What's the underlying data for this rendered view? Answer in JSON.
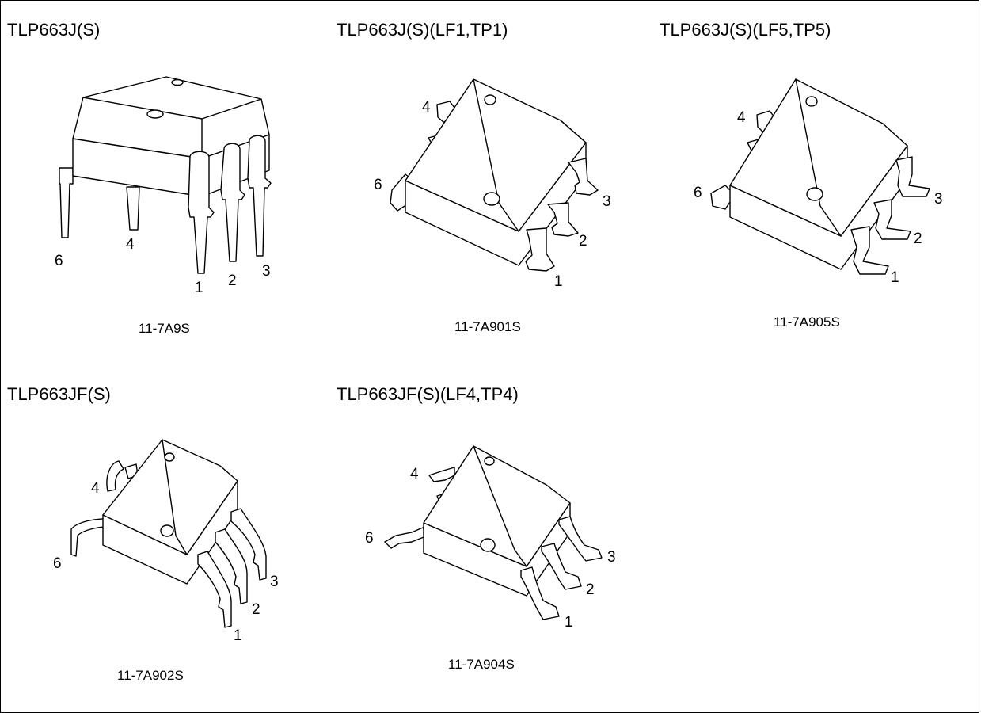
{
  "packages": [
    {
      "title": "TLP663J(S)",
      "code": "11-7A9S",
      "pins": [
        "1",
        "2",
        "3",
        "4",
        "6"
      ]
    },
    {
      "title": "TLP663J(S)(LF1,TP1)",
      "code": "11-7A901S",
      "pins": [
        "1",
        "2",
        "3",
        "4",
        "6"
      ]
    },
    {
      "title": "TLP663J(S)(LF5,TP5)",
      "code": "11-7A905S",
      "pins": [
        "1",
        "2",
        "3",
        "4",
        "6"
      ]
    },
    {
      "title": "TLP663JF(S)",
      "code": "11-7A902S",
      "pins": [
        "1",
        "2",
        "3",
        "4",
        "6"
      ]
    },
    {
      "title": "TLP663JF(S)(LF4,TP4)",
      "code": "11-7A904S",
      "pins": [
        "1",
        "2",
        "3",
        "4",
        "6"
      ]
    }
  ]
}
